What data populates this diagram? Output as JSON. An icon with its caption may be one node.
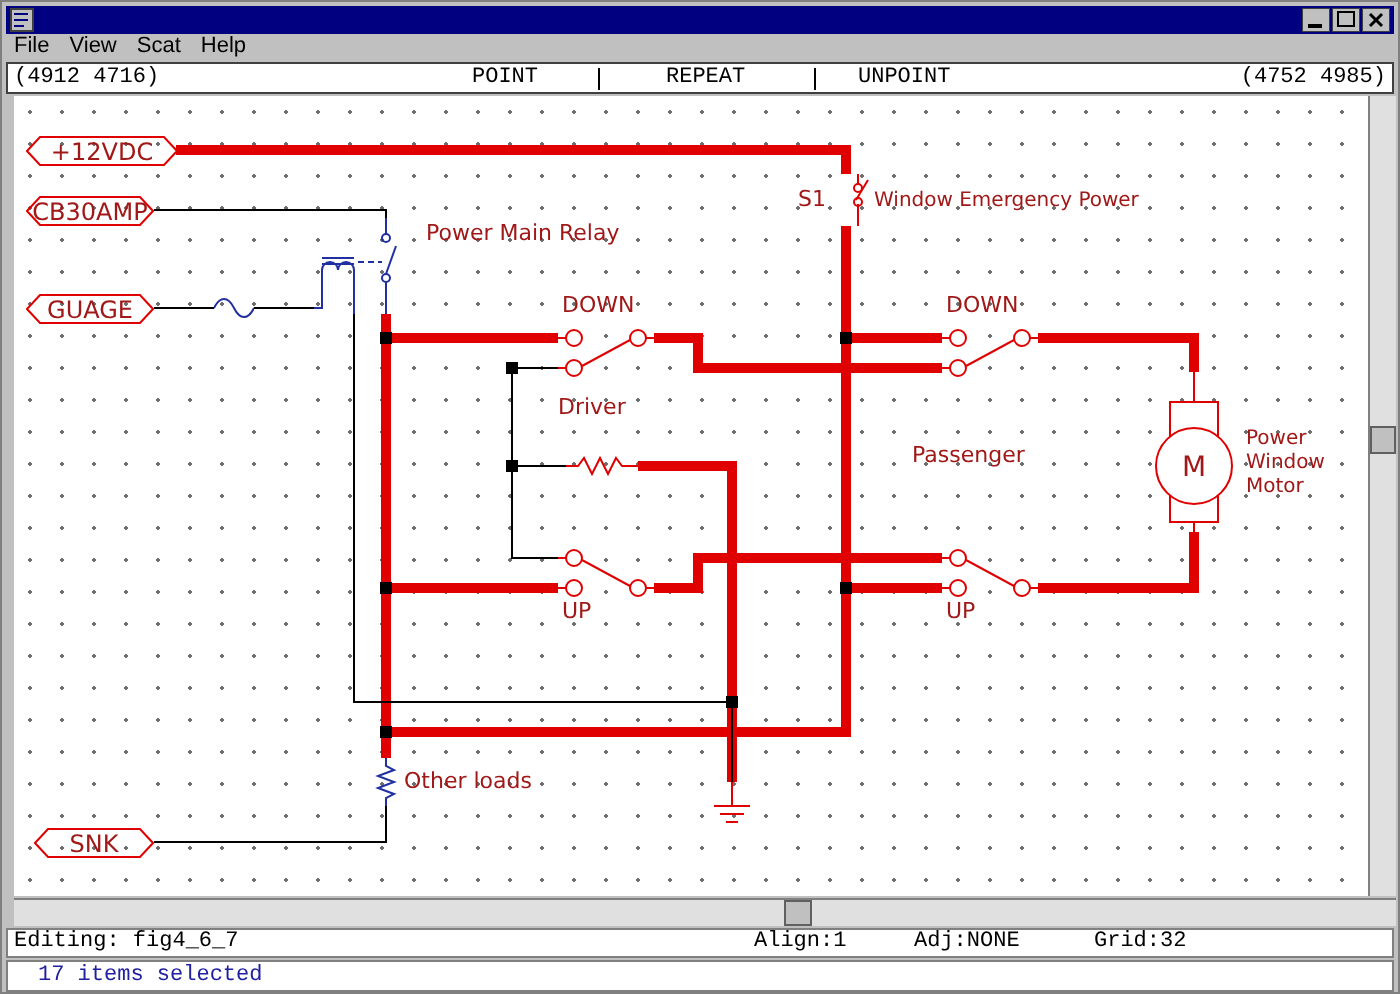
{
  "diagram": {
    "nodes": [
      {
        "text": [
          "+12VDC"
        ]
      },
      {
        "text": [
          "CB30AMP"
        ]
      },
      {
        "text": [
          "GUAGE"
        ]
      },
      {
        "text": [
          "SNK"
        ]
      },
      {
        "text": [
          "Power Main Relay"
        ]
      },
      {
        "text": [
          "S1"
        ],
        "beside": [
          "Window Emergency Power"
        ]
      },
      {
        "text": [
          "DOWN"
        ]
      },
      {
        "text": [
          "UP"
        ]
      },
      {
        "text": [
          "DOWN"
        ]
      },
      {
        "text": [
          "UP"
        ]
      },
      {
        "text": [
          "M"
        ],
        "beside": [
          "Power Window Motor"
        ]
      },
      {
        "text": [
          "Other loads"
        ]
      },
      {
        "text": [],
        "shape": "picture"
      },
      {
        "text": [],
        "shape": "picture"
      },
      {
        "text": [],
        "shape": "picture"
      }
    ],
    "edges": [
      {
        "from": 0,
        "to": 5,
        "arrow": "none"
      },
      {
        "from": 1,
        "to": 4,
        "arrow": "none",
        "color": "#000000"
      },
      {
        "from": 2,
        "to": 13,
        "arrow": "none",
        "color": "#000000"
      },
      {
        "from": 13,
        "to": 4,
        "arrow": "none",
        "color": "#000000"
      },
      {
        "from": 4,
        "to": 6,
        "arrow": "none"
      },
      {
        "from": 5,
        "to": 8,
        "arrow": "none"
      },
      {
        "from": 6,
        "to": 8,
        "arrow": "none"
      },
      {
        "from": 6,
        "to": 14,
        "arrow": "none",
        "color": "#000000"
      },
      {
        "from": 14,
        "to": 12,
        "arrow": "none"
      },
      {
        "from": 7,
        "to": 9,
        "arrow": "none"
      },
      {
        "from": 6,
        "to": 7,
        "arrow": "none",
        "color": "#000000"
      },
      {
        "from": 4,
        "to": 7,
        "arrow": "none"
      },
      {
        "from": 4,
        "to": 11,
        "arrow": "none"
      },
      {
        "from": 5,
        "to": 9,
        "arrow": "none"
      },
      {
        "from": 5,
        "to": 11,
        "arrow": "none"
      },
      {
        "from": 8,
        "to": 10,
        "arrow": "none"
      },
      {
        "from": 9,
        "to": 10,
        "arrow": "none"
      },
      {
        "from": 11,
        "to": 3,
        "arrow": "none",
        "color": "#000000"
      },
      {
        "from": 4,
        "to": 12,
        "arrow": "none",
        "color": "#000000"
      }
    ],
    "labels": [
      "File",
      "View",
      "Scat",
      "Help",
      "(4912 4716)",
      "POINT",
      "REPEAT",
      "UNPOINT",
      "(4752 4985)",
      "Driver",
      "Passenger",
      "Editing: fig4_6_7",
      "Align:1",
      "Adj:NONE",
      "Grid:32",
      "17 items selected"
    ]
  }
}
